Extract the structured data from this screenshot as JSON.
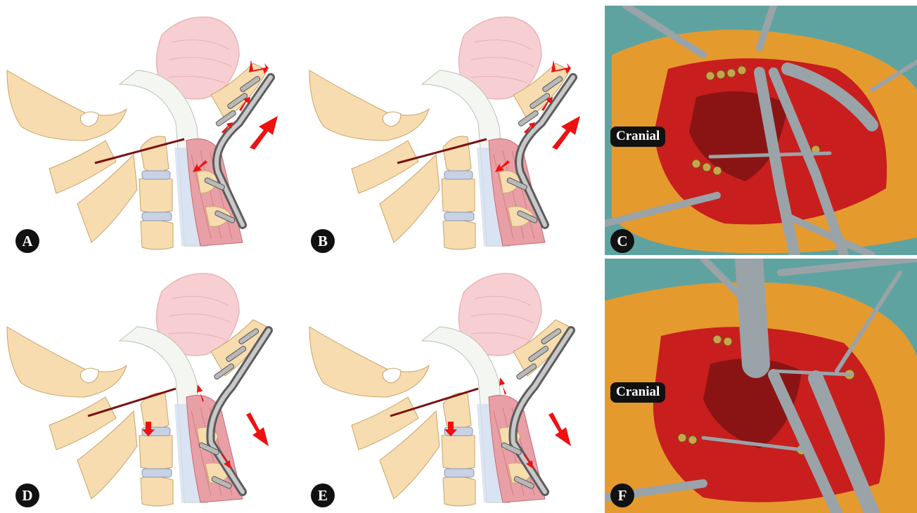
{
  "panels": {
    "a": {
      "label": "A"
    },
    "b": {
      "label": "B"
    },
    "c": {
      "label": "C",
      "tag": "Cranial"
    },
    "d": {
      "label": "D"
    },
    "e": {
      "label": "E"
    },
    "f": {
      "label": "F",
      "tag": "Cranial"
    }
  },
  "colors": {
    "bone": "#f6dcae",
    "bone_edge": "#c9a36d",
    "muscle": "#e8a0a6",
    "brain": "#f7cfd2",
    "rod": "#888888",
    "arrow": "#ee1111",
    "tissue": "#c81e1e",
    "drape": "#5fa3a0"
  },
  "arrows": {
    "a": "up-right",
    "b": "up-right",
    "d": "down-right",
    "e": "down-right"
  }
}
